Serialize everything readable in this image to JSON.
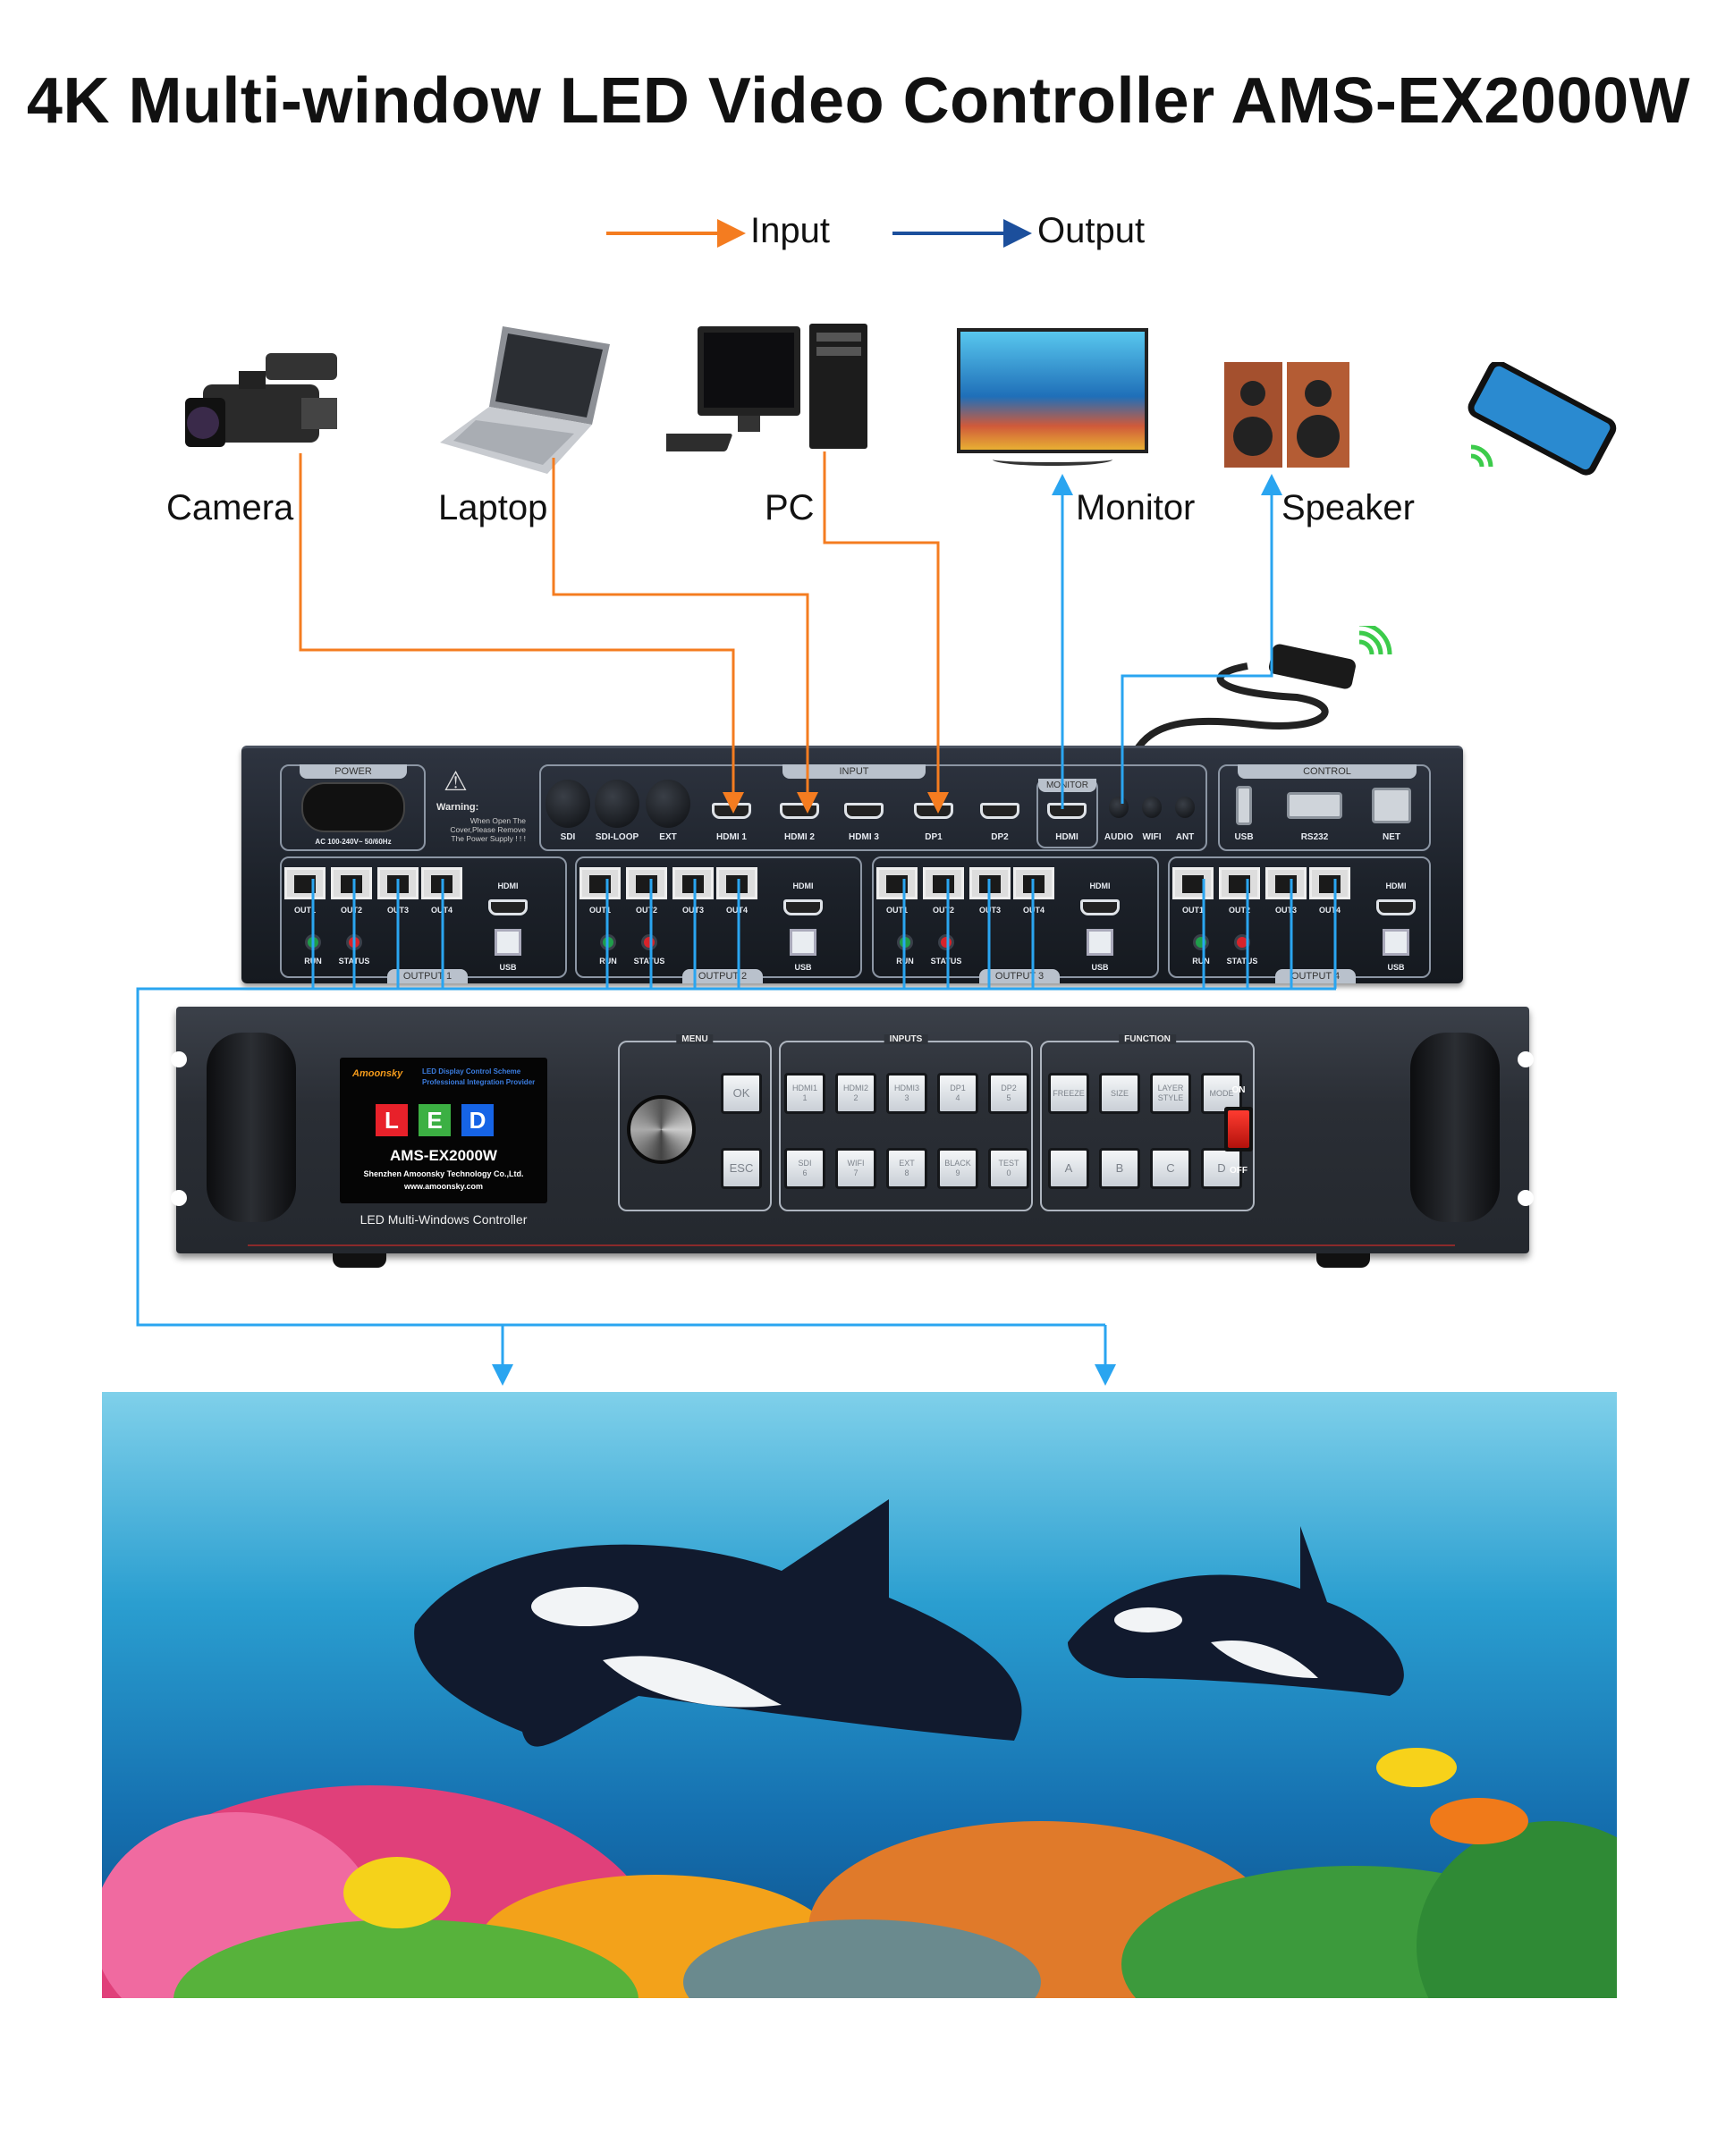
{
  "title": "4K Multi-window LED Video Controller AMS-EX2000W",
  "legend": {
    "input": "Input",
    "output": "Output",
    "input_color": "#f47c20",
    "output_color": "#1c4f9c",
    "line_color": "#2aa5f0"
  },
  "devices": {
    "camera": "Camera",
    "laptop": "Laptop",
    "pc": "PC",
    "monitor": "Monitor",
    "speaker": "Speaker"
  },
  "rear": {
    "power": "POWER",
    "power_rating": "AC 100-240V~ 50/60Hz",
    "warning_title": "Warning:",
    "warning_text": "When Open The Cover,Please Remove The Power Supply ! ! !",
    "input": "INPUT",
    "monitor": "MONITOR",
    "input_ports": [
      "SDI",
      "SDI-LOOP",
      "EXT",
      "HDMI 1",
      "HDMI 2",
      "HDMI 3",
      "DP1",
      "DP2"
    ],
    "monitor_port": "HDMI",
    "audio": "AUDIO",
    "wifi": "WIFI",
    "ant": "ANT",
    "control": "CONTROL",
    "control_ports": [
      "USB",
      "RS232",
      "NET"
    ],
    "outputs": [
      {
        "label": "OUTPUT 1",
        "ports": [
          "OUT1",
          "OUT2",
          "OUT3",
          "OUT4"
        ],
        "hdmi": "HDMI",
        "run": "RUN",
        "status": "STATUS",
        "usb": "USB"
      },
      {
        "label": "OUTPUT 2",
        "ports": [
          "OUT1",
          "OUT2",
          "OUT3",
          "OUT4"
        ],
        "hdmi": "HDMI",
        "run": "RUN",
        "status": "STATUS",
        "usb": "USB"
      },
      {
        "label": "OUTPUT 3",
        "ports": [
          "OUT1",
          "OUT2",
          "OUT3",
          "OUT4"
        ],
        "hdmi": "HDMI",
        "run": "RUN",
        "status": "STATUS",
        "usb": "USB"
      },
      {
        "label": "OUTPUT 4",
        "ports": [
          "OUT1",
          "OUT2",
          "OUT3",
          "OUT4"
        ],
        "hdmi": "HDMI",
        "run": "RUN",
        "status": "STATUS",
        "usb": "USB"
      }
    ]
  },
  "front": {
    "brand": "Amoonsky",
    "tagline1": "LED Display Control Scheme",
    "tagline2": "Professional Integration Provider",
    "led_letters": [
      "L",
      "E",
      "D"
    ],
    "model": "AMS-EX2000W",
    "company": "Shenzhen Amoonsky Technology Co.,Ltd.",
    "website": "www.amoonsky.com",
    "subtitle": "LED Multi-Windows Controller",
    "menu": "MENU",
    "menu_keys": [
      "OK",
      "ESC"
    ],
    "inputs": "INPUTS",
    "input_keys": [
      [
        "HDMI1",
        "1"
      ],
      [
        "HDMI2",
        "2"
      ],
      [
        "HDMI3",
        "3"
      ],
      [
        "DP1",
        "4"
      ],
      [
        "DP2",
        "5"
      ],
      [
        "SDI",
        "6"
      ],
      [
        "WIFI",
        "7"
      ],
      [
        "EXT",
        "8"
      ],
      [
        "BLACK",
        "9"
      ],
      [
        "TEST",
        "0"
      ]
    ],
    "function": "FUNCTION",
    "function_keys": [
      "FREEZE",
      "SIZE",
      "LAYER STYLE",
      "MODE",
      "A",
      "B",
      "C",
      "D"
    ],
    "switch_on": "ON",
    "switch_off": "OFF"
  }
}
